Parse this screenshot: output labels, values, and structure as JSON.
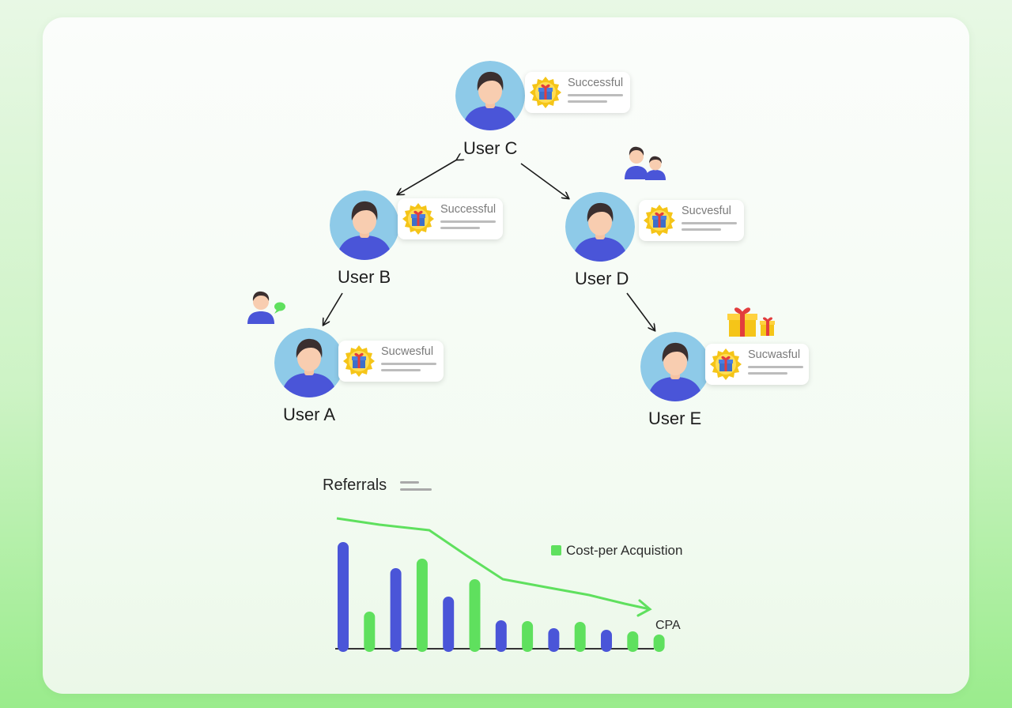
{
  "users": [
    {
      "label": "User C",
      "status": "Successful"
    },
    {
      "label": "User B",
      "status": "Successful"
    },
    {
      "label": "User D",
      "status": "Sucvesful"
    },
    {
      "label": "User A",
      "status": "Sucwesful"
    },
    {
      "label": "User E",
      "status": "Sucwasful"
    }
  ],
  "colors": {
    "avatar_bg": "#8ecae8",
    "shirt": "#4a55d8",
    "bar_blue": "#4a55d8",
    "bar_green": "#5fe05e",
    "medal": "#f5c518"
  },
  "chart_data": {
    "type": "bar",
    "title": "Referrals",
    "legend": [
      "Cost-per Acquistion"
    ],
    "series": [
      {
        "color": "#4a55d8",
        "values": [
          135,
          null,
          102,
          null,
          66,
          null,
          36,
          null,
          26,
          null,
          24,
          null,
          null
        ]
      },
      {
        "color": "#5fe05e",
        "values": [
          null,
          47,
          null,
          114,
          null,
          88,
          null,
          35,
          null,
          34,
          null,
          22,
          18
        ]
      }
    ],
    "line": {
      "name": "CPA",
      "values": [
        165,
        157,
        150,
        118,
        88,
        78,
        68,
        57,
        50
      ]
    },
    "legend_placement": "right",
    "grid": false
  }
}
